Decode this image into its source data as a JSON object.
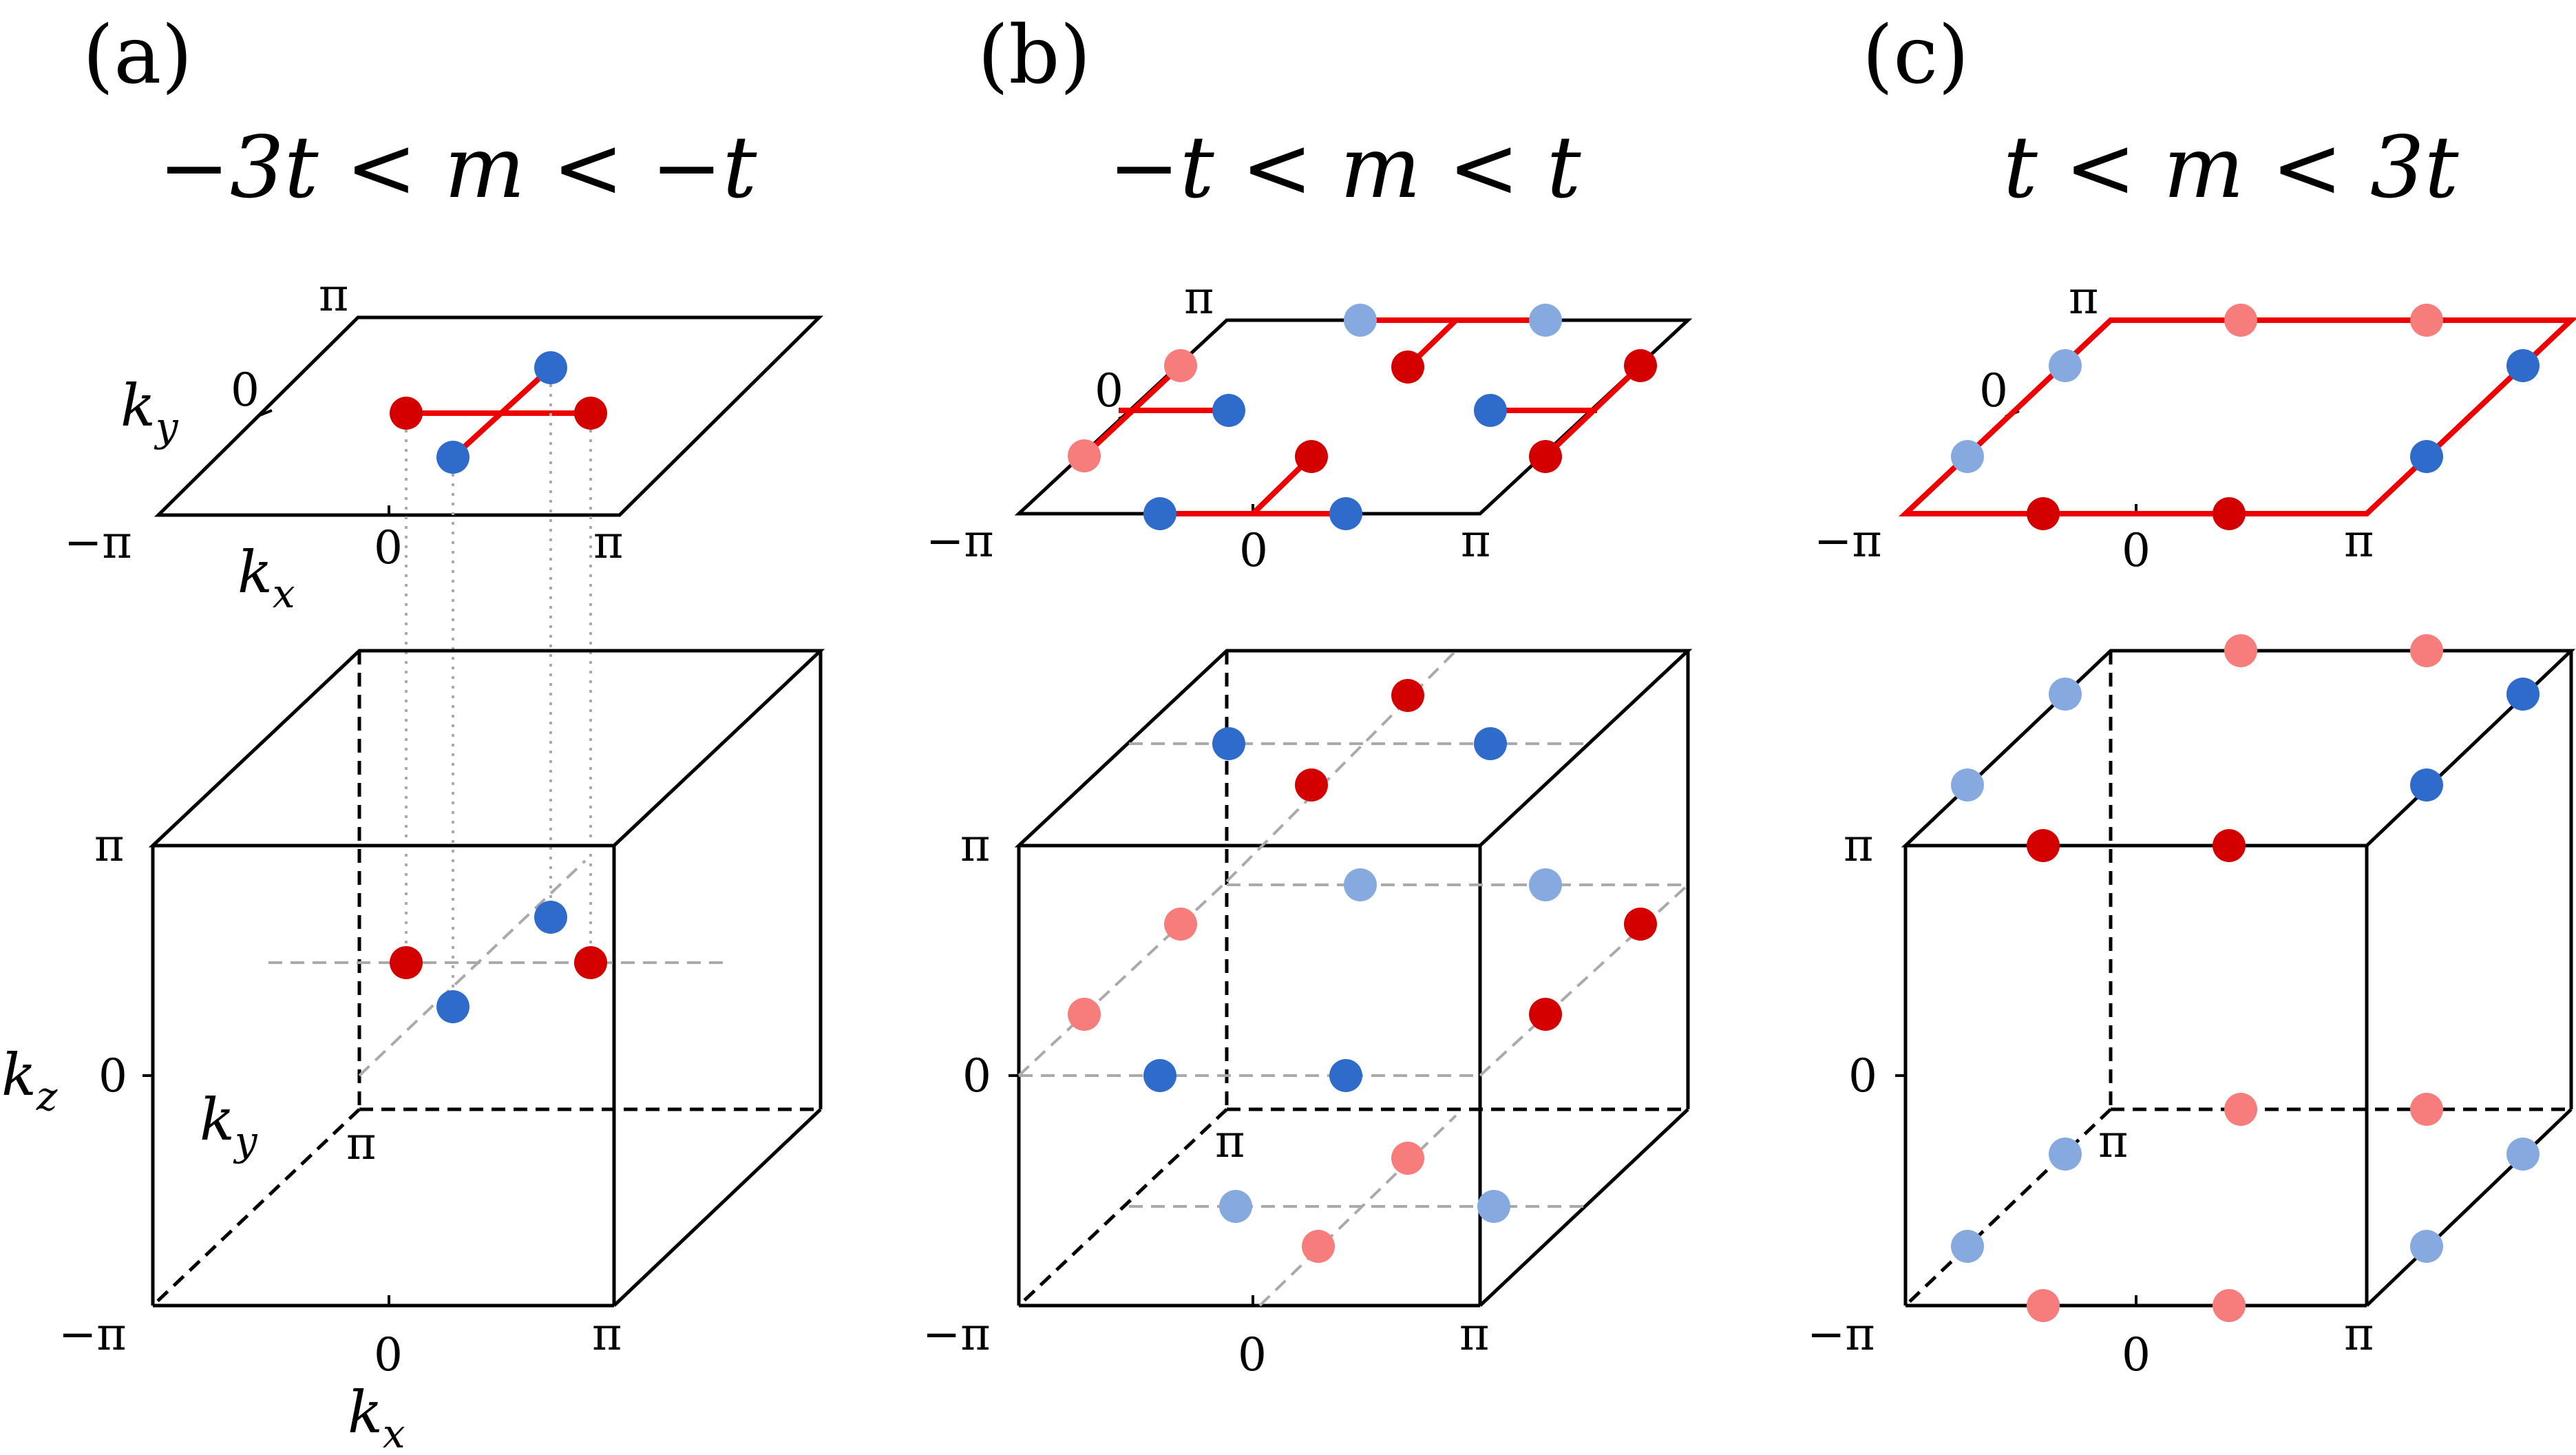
{
  "colors": {
    "dark_red": "#d40000",
    "light_red": "#f77c7c",
    "dark_blue": "#2e6bcb",
    "light_blue": "#86aadf",
    "arc": "#ee0000",
    "guide": "#aaaaaa"
  },
  "panels": [
    {
      "label": "(a)",
      "condition": "−3t < m < −t",
      "plane": {
        "ticks": {
          "ky_pi": "π",
          "ky_zero": "0",
          "kx_minus_pi": "−π",
          "kx_zero": "0",
          "kx_pi": "π"
        },
        "axis_ky": "k",
        "axis_ky_sub": "y",
        "axis_kx": "k",
        "axis_kx_sub": "x"
      },
      "cube": {
        "ticks": {
          "kz_pi": "π",
          "kz_zero": "0",
          "ky_pi": "π",
          "kx_minus_pi": "−π",
          "kx_zero": "0",
          "kx_pi": "π"
        },
        "axis_kz": "k",
        "axis_kz_sub": "z",
        "axis_ky": "k",
        "axis_ky_sub": "y",
        "axis_kx": "k",
        "axis_kx_sub": "x"
      }
    },
    {
      "label": "(b)",
      "condition": "−t < m < t",
      "plane": {
        "ticks": {
          "ky_pi": "π",
          "ky_zero": "0",
          "kx_minus_pi": "−π",
          "kx_zero": "0",
          "kx_pi": "π"
        }
      },
      "cube": {
        "ticks": {
          "kz_pi": "π",
          "kz_zero": "0",
          "ky_pi": "π",
          "kx_minus_pi": "−π",
          "kx_zero": "0",
          "kx_pi": "π"
        }
      }
    },
    {
      "label": "(c)",
      "condition": "t < m < 3t",
      "plane": {
        "ticks": {
          "ky_pi": "π",
          "ky_zero": "0",
          "kx_minus_pi": "−π",
          "kx_zero": "0",
          "kx_pi": "π"
        }
      },
      "cube": {
        "ticks": {
          "kz_pi": "π",
          "kz_zero": "0",
          "ky_pi": "π",
          "kx_minus_pi": "−π",
          "kx_zero": "0",
          "kx_pi": "π"
        }
      }
    }
  ]
}
